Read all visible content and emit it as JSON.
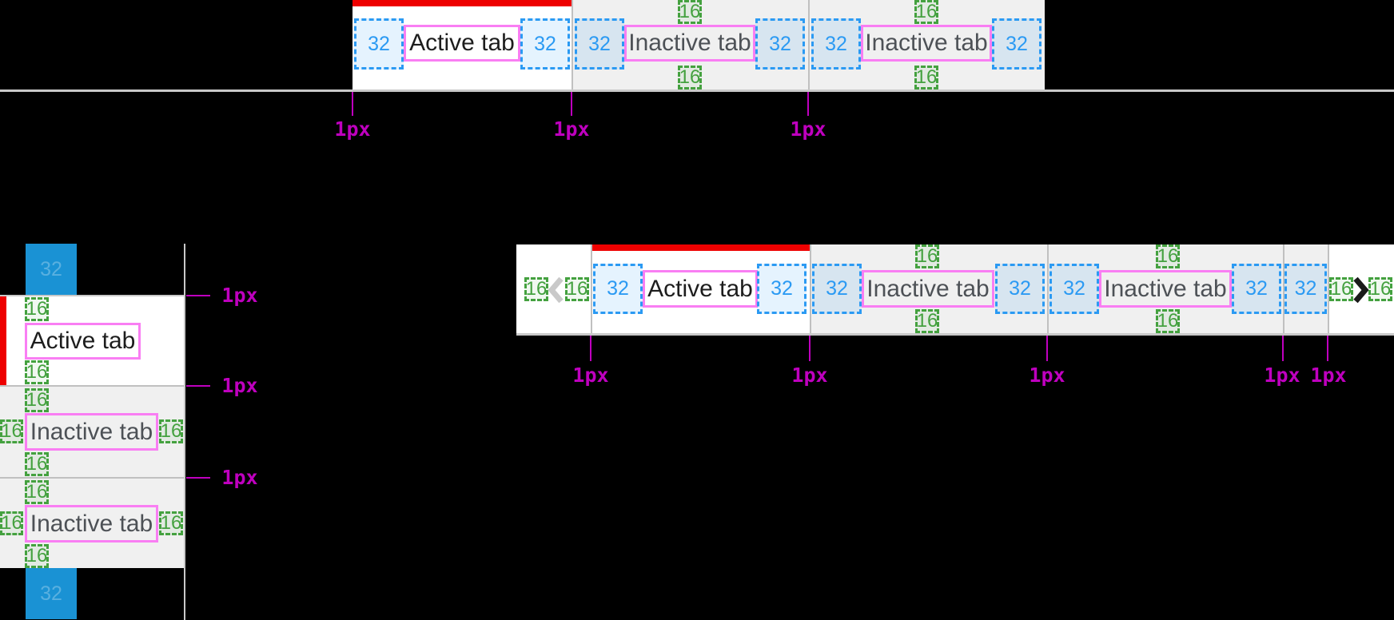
{
  "labels": {
    "spacer_32": "32",
    "padding_16": "16",
    "divider": "1px"
  },
  "tabs": {
    "active": "Active tab",
    "inactive": "Inactive tab"
  },
  "icons": {
    "scroll_left": "chevron-left",
    "scroll_right": "chevron-right"
  },
  "colors": {
    "background": "#000000",
    "active_indicator": "#ee0000",
    "tab_active_bg": "#ffffff",
    "tab_inactive_bg": "#f0f0f0",
    "divider_gray": "#c0c0c0",
    "border_gray": "#c9c9c9",
    "spacer_blue": "#2b9af3",
    "spacer_blue_solid": "#1a92d4",
    "padding_green": "#44a13f",
    "text_outline_pink": "#f97ef3",
    "annotation_magenta": "#bf00bf",
    "tab_text_active": "#1d1d1d",
    "tab_text_inactive": "#4d5156",
    "chevron_disabled": "#c9c9c9",
    "chevron_enabled": "#1a1a1a"
  }
}
